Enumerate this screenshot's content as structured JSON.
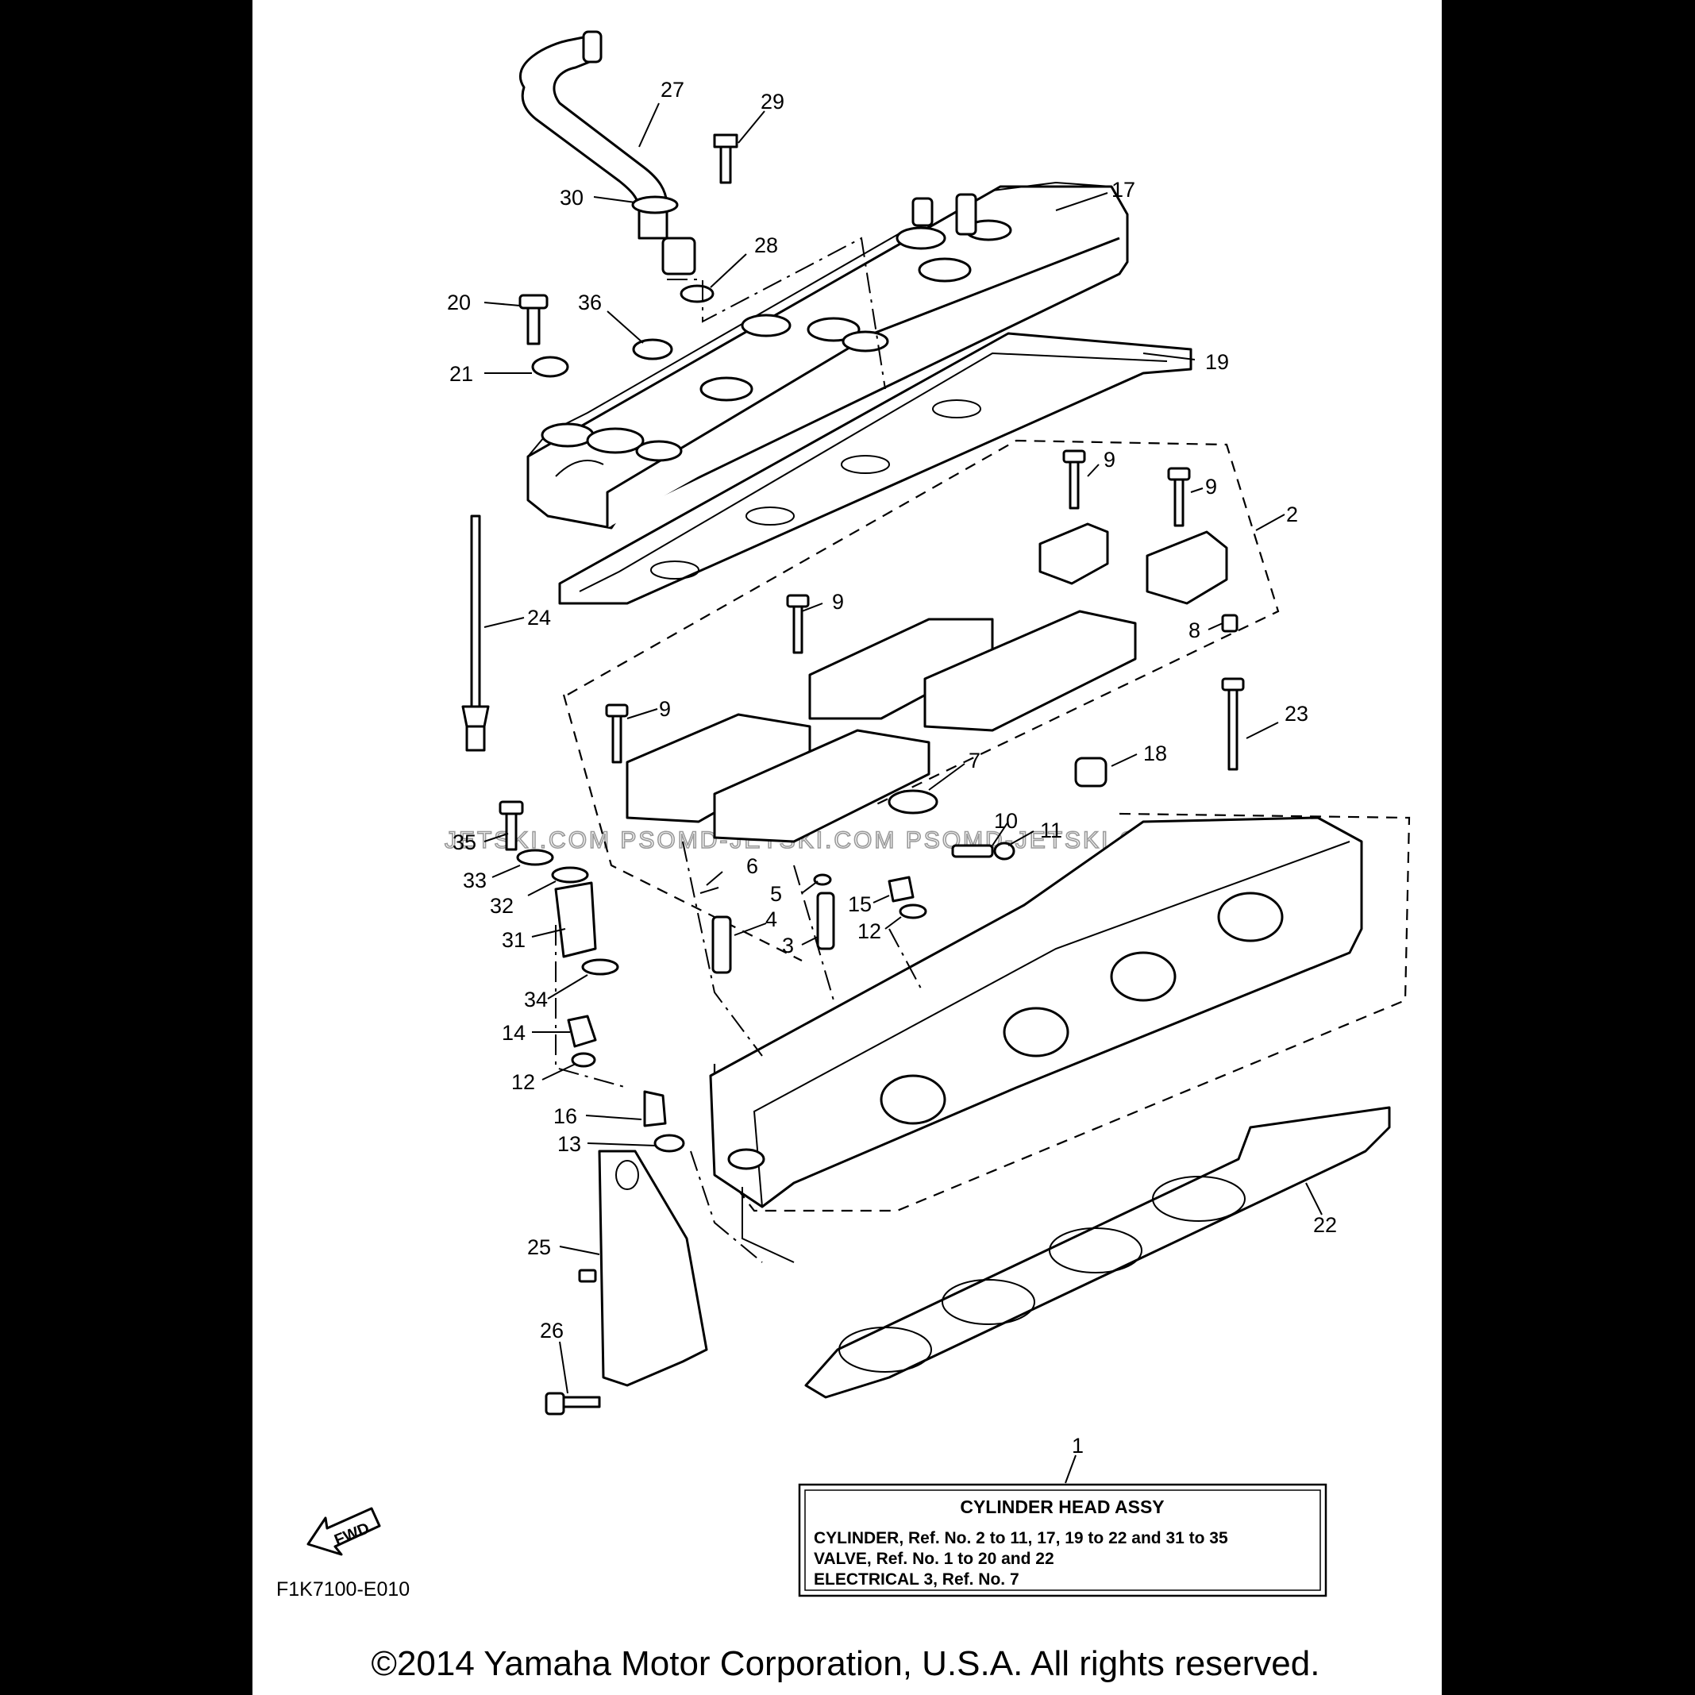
{
  "diagram": {
    "part_code": "F1K7100-E010",
    "copyright": "©2014 Yamaha Motor Corporation, U.S.A. All rights reserved.",
    "watermark": "JETSKI.COM   PSOMD-JETSKI.COM   PSOMD-JETSKI.COM",
    "fwd_label": "FWD",
    "assembly_ref": "1",
    "info_box": {
      "title": "CYLINDER HEAD ASSY",
      "lines": [
        "CYLINDER,  Ref. No. 2 to 11, 17, 19 to 22 and 31 to 35",
        "VALVE, Ref. No. 1 to 20 and 22",
        "ELECTRICAL 3,   Ref. No. 7"
      ]
    },
    "callouts": [
      "27",
      "29",
      "30",
      "17",
      "28",
      "20",
      "36",
      "21",
      "19",
      "9",
      "9",
      "2",
      "24",
      "9",
      "8",
      "9",
      "23",
      "18",
      "7",
      "10",
      "11",
      "35",
      "33",
      "6",
      "32",
      "5",
      "15",
      "4",
      "12",
      "31",
      "3",
      "34",
      "14",
      "12",
      "16",
      "13",
      "22",
      "25",
      "26"
    ]
  }
}
